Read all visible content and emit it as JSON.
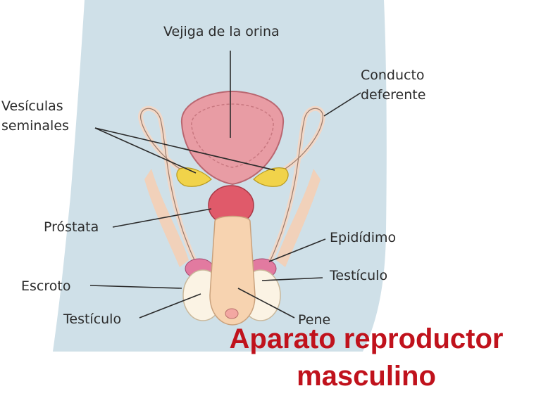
{
  "diagram": {
    "labels": {
      "bladder": "Vejiga de la orina",
      "vas_deferens_line1": "Conducto",
      "vas_deferens_line2": "deferente",
      "seminal_vesicles_line1": "Vesículas",
      "seminal_vesicles_line2": "seminales",
      "prostate": "Próstata",
      "epididymis": "Epidídimo",
      "testicle_right": "Testículo",
      "scrotum": "Escroto",
      "testicle_left": "Testículo",
      "penis": "Pene"
    },
    "title_line1": "Aparato reproductor",
    "title_line2": "masculino"
  },
  "colors": {
    "body_background": "#cfe0e8",
    "bladder": "#e89ca4",
    "prostate": "#e05a6a",
    "penis": "#f7d3b0",
    "testicle": "#fbf3e4",
    "epididymis": "#e27aa0",
    "seminal_vesicles": "#f1d34a",
    "title": "#c0121c"
  }
}
